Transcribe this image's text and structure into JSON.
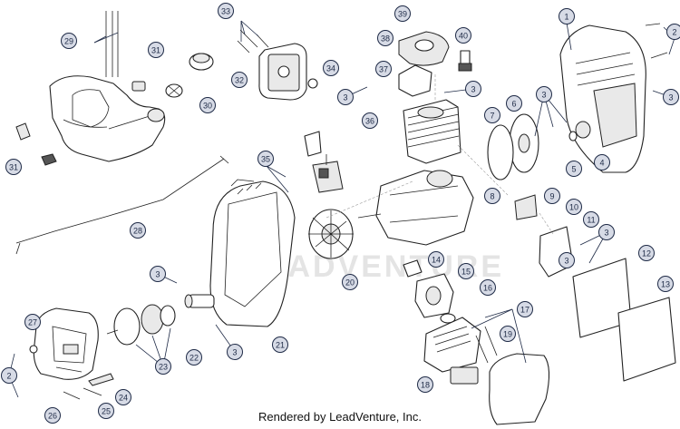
{
  "footer": {
    "credit": "Rendered by LeadVenture, Inc."
  },
  "watermark": {
    "text": "LEADVENTURE"
  },
  "callouts": [
    {
      "label": "1"
    },
    {
      "label": "2"
    },
    {
      "label": "2"
    },
    {
      "label": "3"
    },
    {
      "label": "3"
    },
    {
      "label": "3"
    },
    {
      "label": "3"
    },
    {
      "label": "3"
    },
    {
      "label": "3"
    },
    {
      "label": "3"
    },
    {
      "label": "3"
    },
    {
      "label": "4"
    },
    {
      "label": "5"
    },
    {
      "label": "6"
    },
    {
      "label": "7"
    },
    {
      "label": "8"
    },
    {
      "label": "9"
    },
    {
      "label": "10"
    },
    {
      "label": "11"
    },
    {
      "label": "12"
    },
    {
      "label": "13"
    },
    {
      "label": "14"
    },
    {
      "label": "15"
    },
    {
      "label": "16"
    },
    {
      "label": "17"
    },
    {
      "label": "18"
    },
    {
      "label": "19"
    },
    {
      "label": "20"
    },
    {
      "label": "21"
    },
    {
      "label": "22"
    },
    {
      "label": "23"
    },
    {
      "label": "24"
    },
    {
      "label": "25"
    },
    {
      "label": "26"
    },
    {
      "label": "27"
    },
    {
      "label": "28"
    },
    {
      "label": "29"
    },
    {
      "label": "30"
    },
    {
      "label": "31"
    },
    {
      "label": "31"
    },
    {
      "label": "32"
    },
    {
      "label": "33"
    },
    {
      "label": "34"
    },
    {
      "label": "35"
    },
    {
      "label": "36"
    },
    {
      "label": "37"
    },
    {
      "label": "38"
    },
    {
      "label": "39"
    },
    {
      "label": "40"
    }
  ]
}
